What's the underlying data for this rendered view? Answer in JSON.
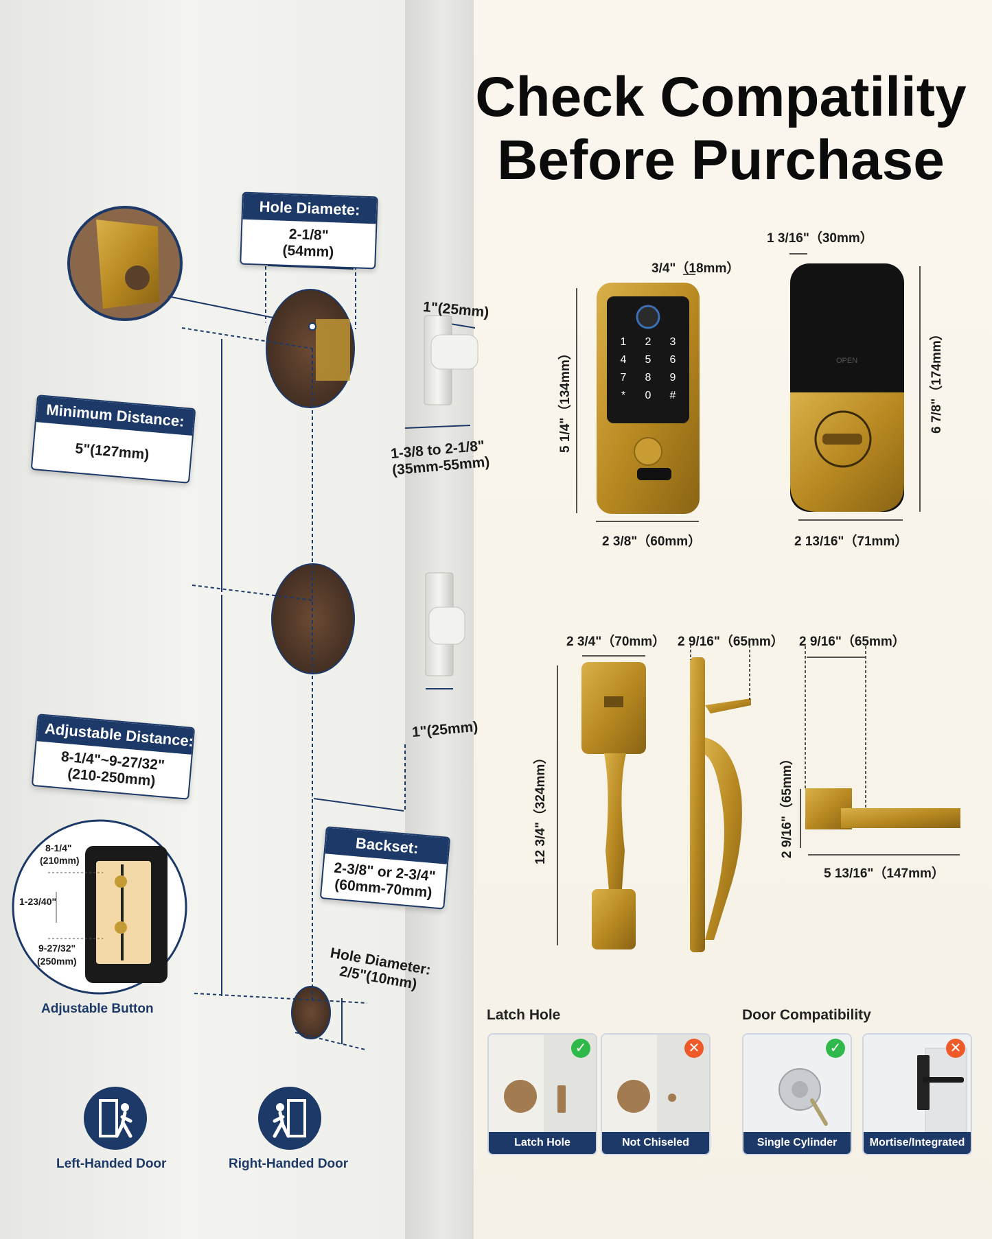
{
  "headline": {
    "line1": "Check Compatility",
    "line2": "Before Purchase"
  },
  "callouts": {
    "hole_diameter": {
      "title": "Hole Diamete:",
      "value1": "2-1/8\"",
      "value2": "(54mm)"
    },
    "minimum_distance": {
      "title": "Minimum Distance:",
      "value": "5\"(127mm)"
    },
    "adjustable_distance": {
      "title": "Adjustable Distance:",
      "value1": "8-1/4\"~9-27/32\"",
      "value2": "(210-250mm)"
    },
    "backset": {
      "title": "Backset:",
      "value1": "2-3/8\" or 2-3/4\"",
      "value2": "(60mm-70mm)"
    },
    "small_hole": {
      "line1": "Hole Diameter:",
      "line2": "2/5\"(10mm)"
    }
  },
  "door_labels": {
    "bolt_width": "1\"(25mm)",
    "door_thickness_1": "1-3/8 to 2-1/8\"",
    "door_thickness_2": "(35mm-55mm)",
    "latch_width": "1\"(25mm)"
  },
  "adjust_inset": {
    "top_value": "8-1/4\"",
    "top_mm": "(210mm)",
    "mid_value": "1-23/40\"",
    "bottom_value": "9-27/32\"",
    "bottom_mm": "(250mm)",
    "caption": "Adjustable Button"
  },
  "handedness": {
    "left": "Left-Handed Door",
    "right": "Right-Handed Door"
  },
  "keypad": {
    "depth": "3/4\"（18mm）",
    "height": "5 1/4\"（134mm）",
    "width": "2 3/8\"（60mm）",
    "keys": [
      "1",
      "2",
      "3",
      "4",
      "5",
      "6",
      "7",
      "8",
      "9",
      "*",
      "0",
      "#"
    ]
  },
  "back_unit": {
    "depth": "1 3/16\"（30mm）",
    "height": "6 7/8\"（174mm）",
    "width": "2 13/16\"（71mm）",
    "open_text": "OPEN"
  },
  "handle": {
    "front_width": "2 3/4\"（70mm）",
    "side_depth": "2 9/16\"（65mm）",
    "height": "12 3/4\"（324mm）"
  },
  "lever": {
    "depth": "2 9/16\"（65mm）",
    "height": "2 9/16\"（65mm）",
    "length": "5 13/16\"（147mm）"
  },
  "latch_hole": {
    "title": "Latch Hole",
    "tiles": [
      {
        "label": "Latch Hole",
        "status": "ok",
        "mark": "✓"
      },
      {
        "label": "Not Chiseled",
        "status": "bad",
        "mark": "✕"
      }
    ]
  },
  "door_compat": {
    "title": "Door Compatibility",
    "tiles": [
      {
        "label": "Single Cylinder",
        "status": "ok",
        "mark": "✓"
      },
      {
        "label": "Mortise/Integrated",
        "status": "bad",
        "mark": "✕"
      }
    ]
  },
  "colors": {
    "navy": "#1d3968",
    "gold": "#b98a22",
    "ok": "#2fb94a",
    "bad": "#ef5a2b"
  }
}
